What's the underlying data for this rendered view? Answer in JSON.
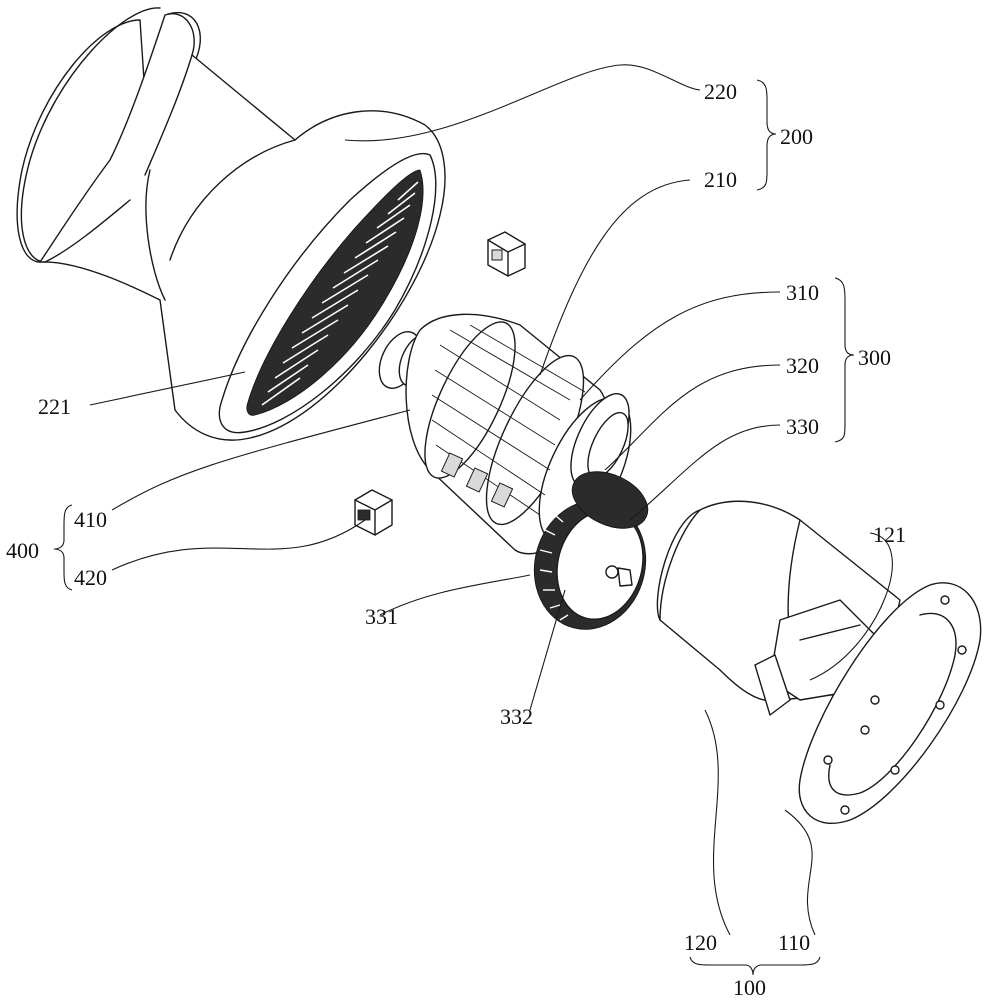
{
  "figure": {
    "labels": {
      "l220": "220",
      "l200": "200",
      "l210": "210",
      "l310": "310",
      "l300": "300",
      "l320": "320",
      "l330": "330",
      "l221": "221",
      "l410": "410",
      "l400": "400",
      "l420": "420",
      "l331": "331",
      "l121": "121",
      "l332": "332",
      "l120": "120",
      "l110": "110",
      "l100": "100"
    }
  }
}
